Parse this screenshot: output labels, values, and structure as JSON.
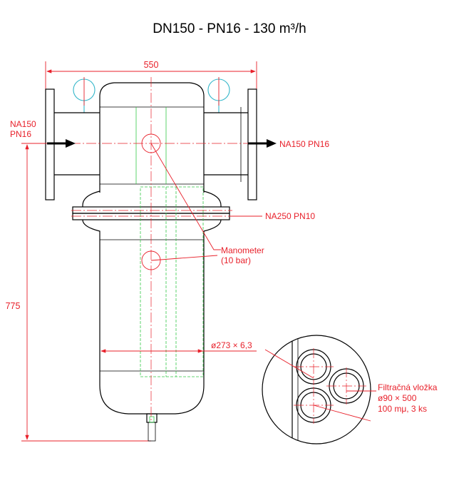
{
  "title": "DN150 - PN16 - 130 m³/h",
  "dimensions": {
    "width": "550",
    "height": "775"
  },
  "labels": {
    "inlet_line1": "NA150",
    "inlet_line2": "PN16",
    "outlet": "NA150 PN16",
    "flange": "NA250 PN10",
    "manometer_line1": "Manometer",
    "manometer_line2": "(10 bar)",
    "vessel_diameter": "ø273 × 6,3",
    "cartridge_line1": "Filtračná vložka",
    "cartridge_line2": "ø90 × 500",
    "cartridge_line3": "100 mμ, 3 ks"
  },
  "colors": {
    "outline": "#000000",
    "annotation": "#e8202a",
    "filter_element": "#35c94a",
    "gauge": "#33b6c9"
  }
}
